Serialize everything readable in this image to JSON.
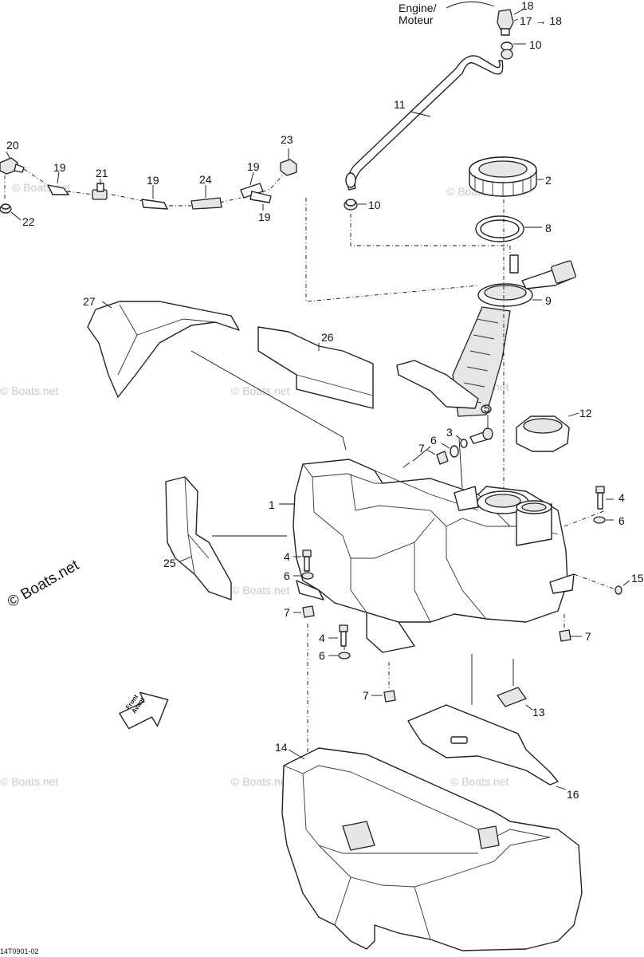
{
  "diagram": {
    "engine_label_line1": "Engine/",
    "engine_label_line2": "Moteur",
    "front_arrow_line1": "Front",
    "front_arrow_line2": "Avant",
    "drawing_code": "14T0901-02",
    "watermark_main": "© Boats.net",
    "watermark_faint": "© Boats.net",
    "callouts": [
      {
        "id": "c18",
        "text": "18"
      },
      {
        "id": "c17",
        "text": "17 → 18"
      },
      {
        "id": "c10a",
        "text": "10"
      },
      {
        "id": "c11",
        "text": "11"
      },
      {
        "id": "c2",
        "text": "2"
      },
      {
        "id": "c10b",
        "text": "10"
      },
      {
        "id": "c8",
        "text": "8"
      },
      {
        "id": "c9",
        "text": "9"
      },
      {
        "id": "c20",
        "text": "20"
      },
      {
        "id": "c19a",
        "text": "19"
      },
      {
        "id": "c21",
        "text": "21"
      },
      {
        "id": "c19b",
        "text": "19"
      },
      {
        "id": "c24",
        "text": "24"
      },
      {
        "id": "c19c",
        "text": "19"
      },
      {
        "id": "c23",
        "text": "23"
      },
      {
        "id": "c19d",
        "text": "19"
      },
      {
        "id": "c22",
        "text": "22"
      },
      {
        "id": "c27",
        "text": "27"
      },
      {
        "id": "c26",
        "text": "26"
      },
      {
        "id": "c12",
        "text": "12"
      },
      {
        "id": "c5",
        "text": "5"
      },
      {
        "id": "c3",
        "text": "3"
      },
      {
        "id": "c6a",
        "text": "6"
      },
      {
        "id": "c7a",
        "text": "7"
      },
      {
        "id": "c1",
        "text": "1"
      },
      {
        "id": "c4a",
        "text": "4"
      },
      {
        "id": "c6b",
        "text": "6"
      },
      {
        "id": "c15",
        "text": "15"
      },
      {
        "id": "c25",
        "text": "25"
      },
      {
        "id": "c4b",
        "text": "4"
      },
      {
        "id": "c6c",
        "text": "6"
      },
      {
        "id": "c7b",
        "text": "7"
      },
      {
        "id": "c4c",
        "text": "4"
      },
      {
        "id": "c6d",
        "text": "6"
      },
      {
        "id": "c7c",
        "text": "7"
      },
      {
        "id": "c7d",
        "text": "7"
      },
      {
        "id": "c13",
        "text": "13"
      },
      {
        "id": "c14",
        "text": "14"
      },
      {
        "id": "c16",
        "text": "16"
      }
    ]
  }
}
